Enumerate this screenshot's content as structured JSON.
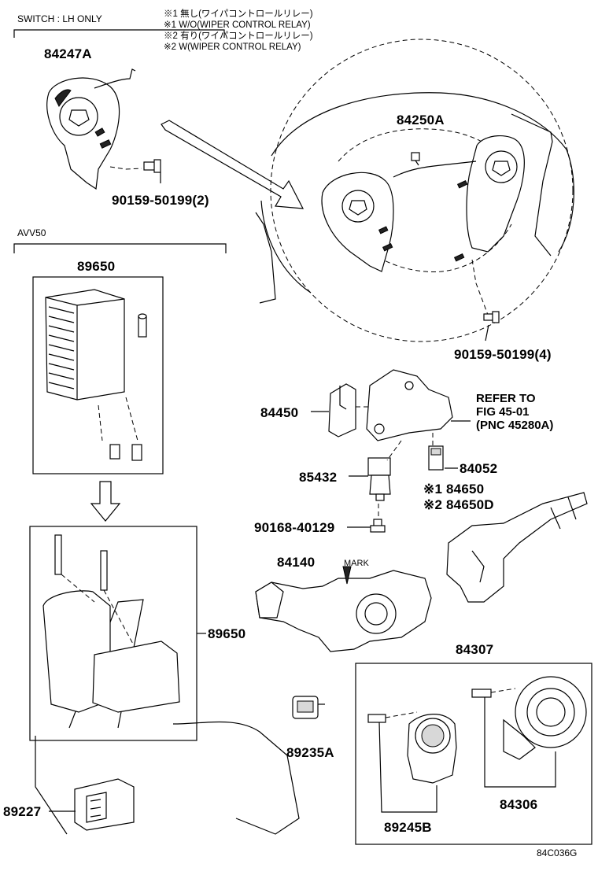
{
  "header": {
    "switch_note": "SWITCH :  LH ONLY",
    "notes": [
      "※1 無し(ワイパコントロールリレー)",
      "※1 W/O(WIPER CONTROL RELAY)",
      "※2 有り(ワイパコントロールリレー)",
      "※2 W(WIPER CONTROL RELAY)"
    ],
    "avv_note": "AVV50"
  },
  "parts": {
    "p84247A": "84247A",
    "p84250A": "84250A",
    "p90159_2": "90159-50199(2)",
    "p90159_4": "90159-50199(4)",
    "p89650_top": "89650",
    "p89650_side": "89650",
    "p84450": "84450",
    "p85432": "85432",
    "p90168": "90168-40129",
    "p84052": "84052",
    "p84650": "※1 84650",
    "p84650D": "※2 84650D",
    "p84140": "84140",
    "mark": "MARK",
    "p84307": "84307",
    "p89235A": "89235A",
    "p89227": "89227",
    "p84306": "84306",
    "p89245B": "89245B"
  },
  "refer": {
    "line1": "REFER TO",
    "line2": "FIG 45-01",
    "line3": "(PNC 45280A)"
  },
  "figure_code": "84C036G"
}
